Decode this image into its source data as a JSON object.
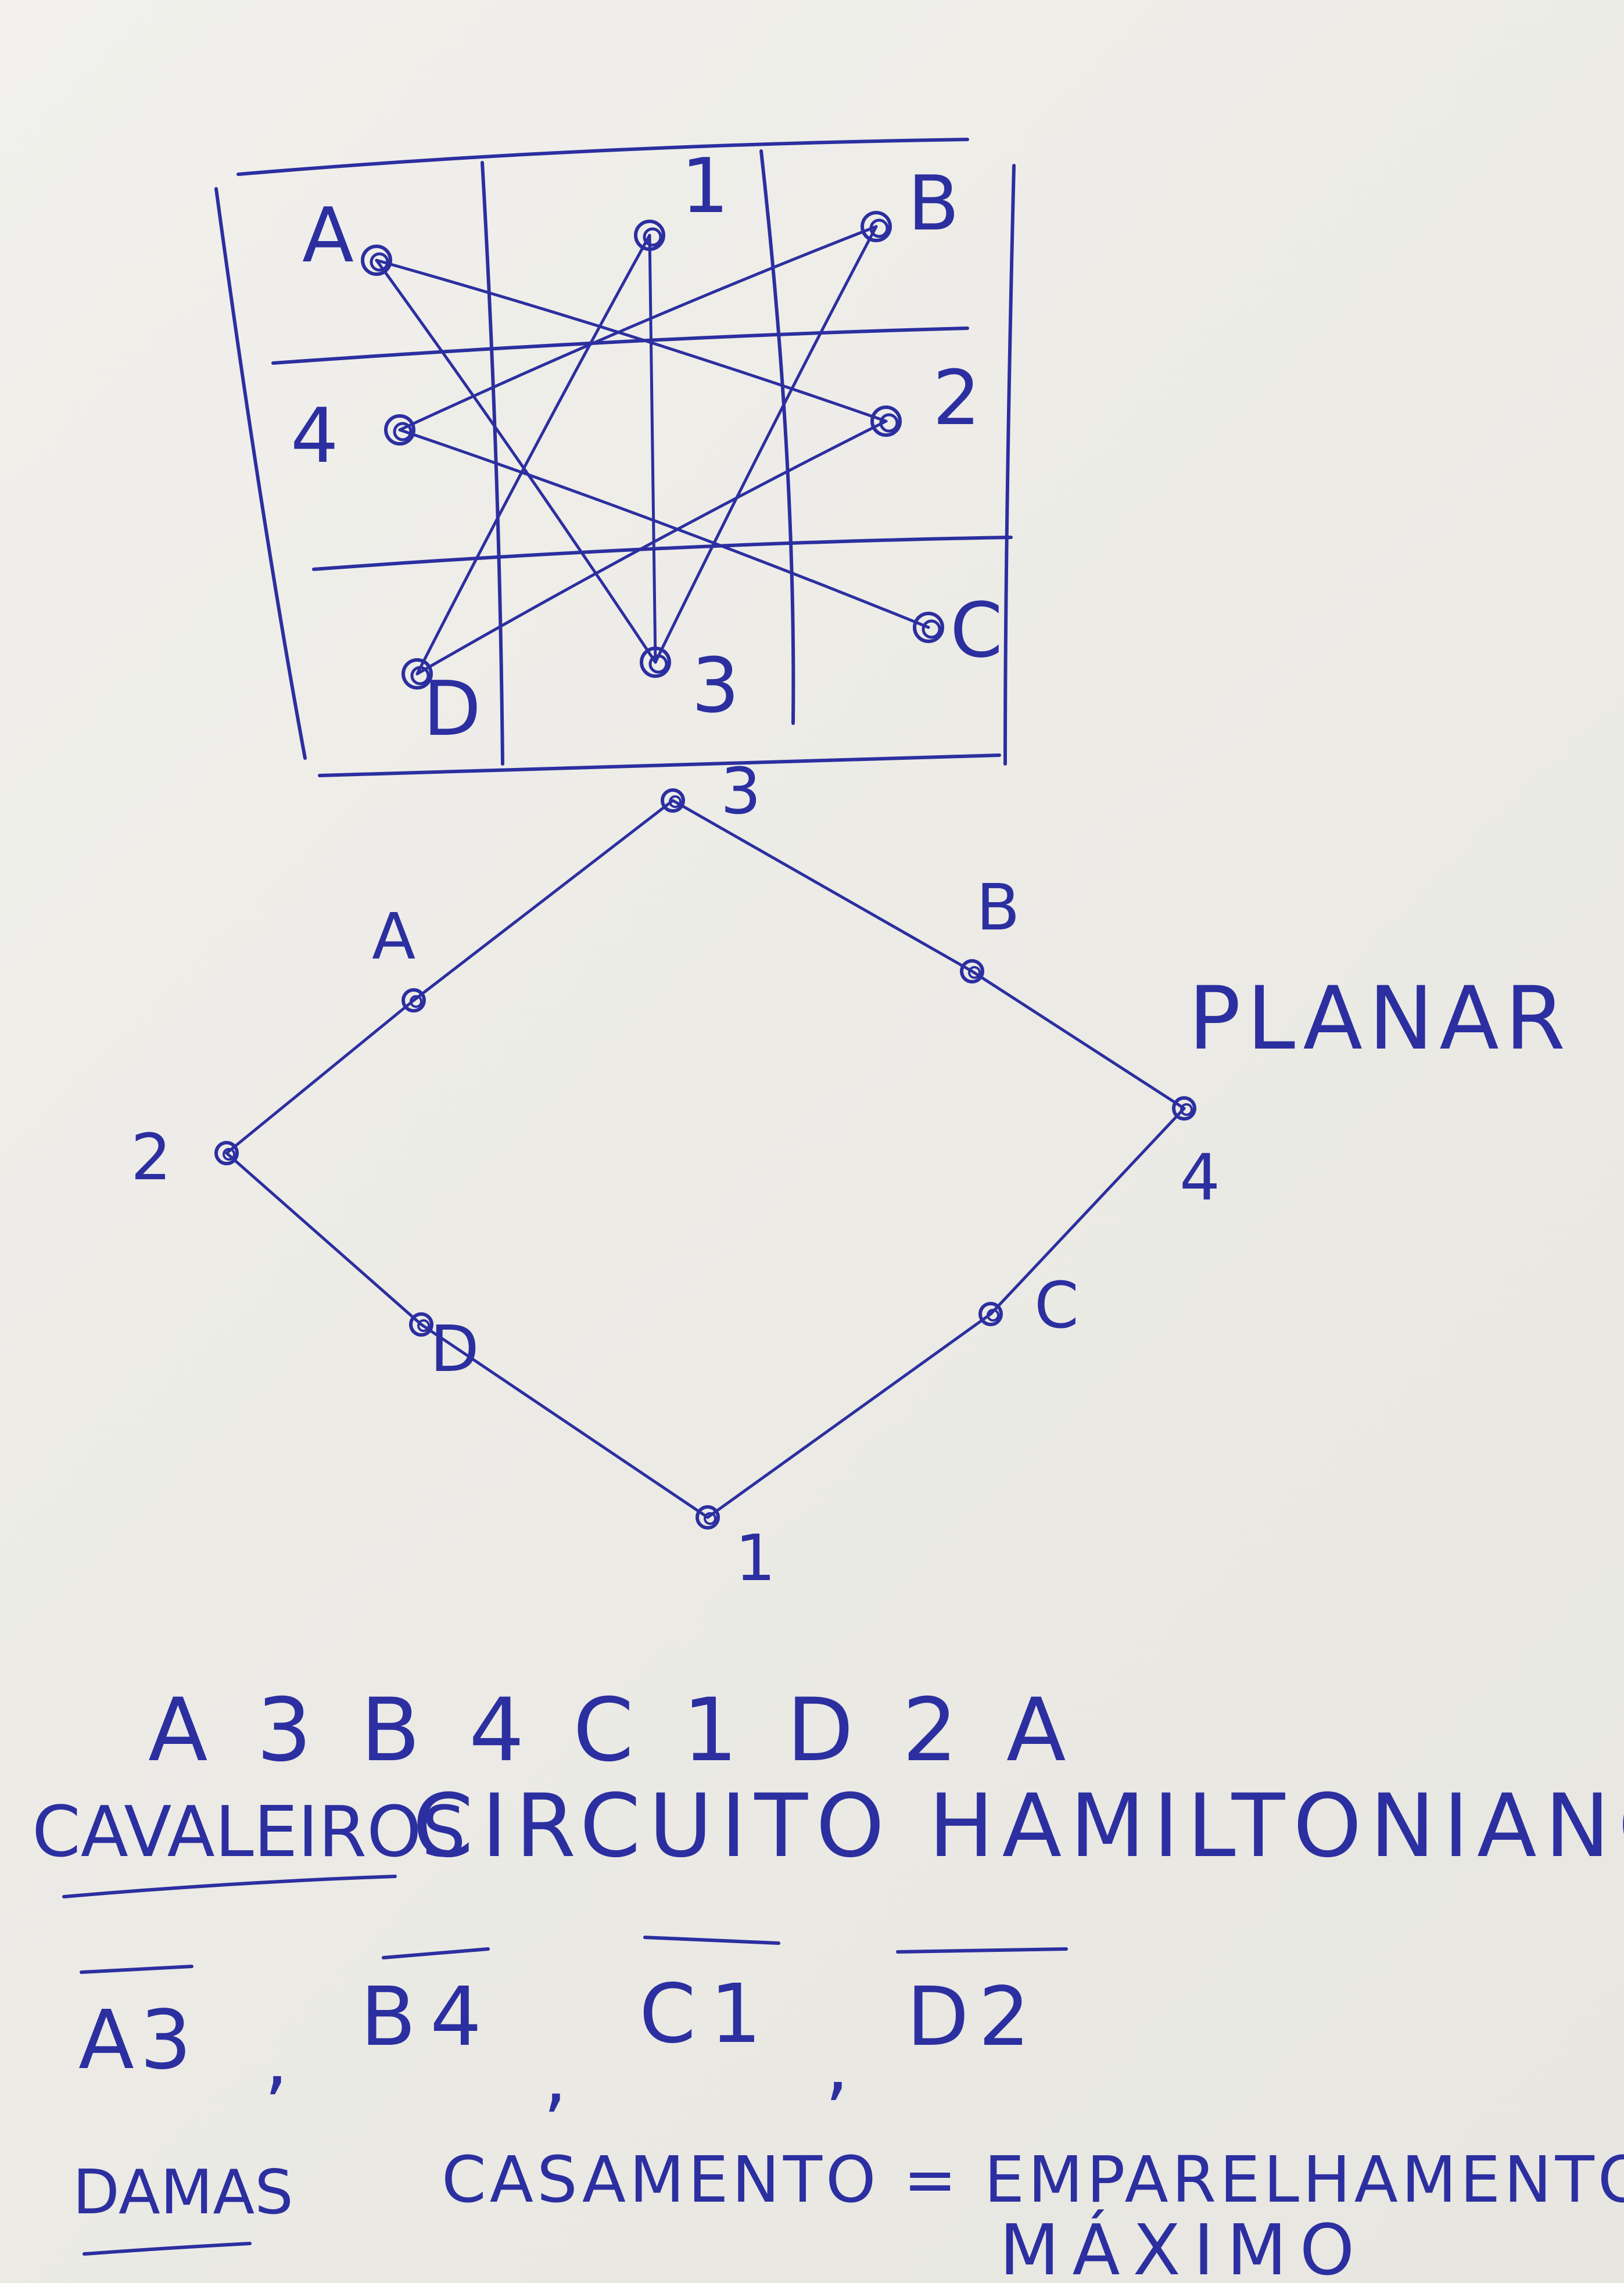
{
  "board": {
    "nodes": [
      {
        "id": "A"
      },
      {
        "id": "1"
      },
      {
        "id": "B"
      },
      {
        "id": "4"
      },
      {
        "id": "2"
      },
      {
        "id": "D"
      },
      {
        "id": "3"
      },
      {
        "id": "C"
      }
    ],
    "edges": [
      [
        "A",
        "2"
      ],
      [
        "A",
        "3"
      ],
      [
        "1",
        "3"
      ],
      [
        "1",
        "D"
      ],
      [
        "B",
        "4"
      ],
      [
        "B",
        "3"
      ],
      [
        "4",
        "C"
      ],
      [
        "2",
        "D"
      ]
    ]
  },
  "planar": {
    "label": "PLANAR",
    "nodes": [
      {
        "id": "3"
      },
      {
        "id": "A"
      },
      {
        "id": "B"
      },
      {
        "id": "2"
      },
      {
        "id": "4"
      },
      {
        "id": "D"
      },
      {
        "id": "C"
      },
      {
        "id": "1"
      }
    ],
    "cycle": [
      "3",
      "B",
      "4",
      "C",
      "1",
      "D",
      "2",
      "A",
      "3"
    ]
  },
  "notes": {
    "sequence": "A 3 B 4 C 1 D 2 A",
    "cavaleiros": "CAVALEIROS",
    "circuito": "CIRCUITO HAMILTONIANO",
    "pairs": [
      "A3",
      "B4",
      "C1",
      "D2"
    ],
    "damas": "DAMAS",
    "casamento": "CASAMENTO = EMPARELHAMENTO",
    "maximo": "MÁXIMO"
  },
  "colors": {
    "ink": "#2c2fa0",
    "paper": "#efeee9"
  }
}
